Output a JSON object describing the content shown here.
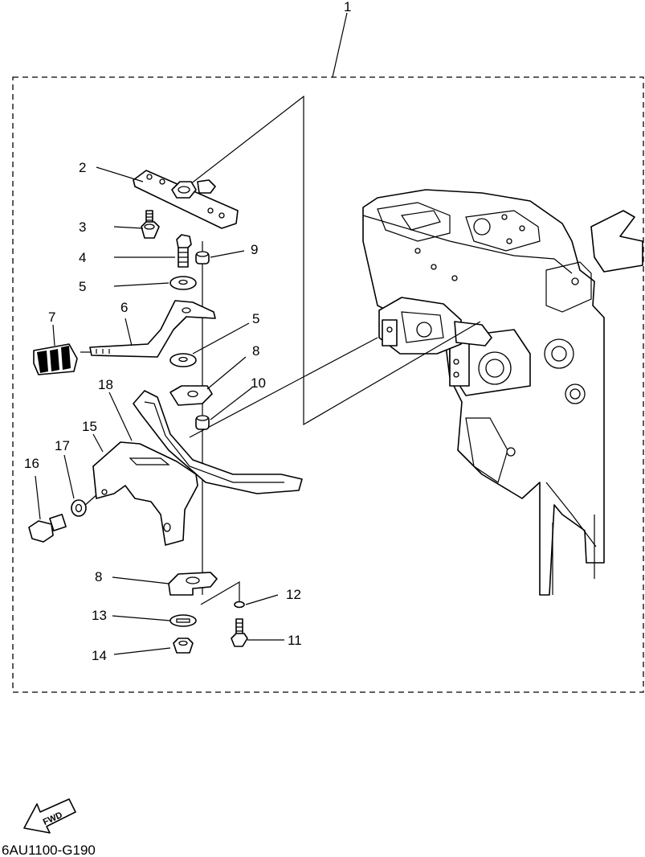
{
  "diagram": {
    "part_callouts": [
      {
        "id": "1",
        "label": "1"
      },
      {
        "id": "2",
        "label": "2"
      },
      {
        "id": "3",
        "label": "3"
      },
      {
        "id": "4",
        "label": "4"
      },
      {
        "id": "5a",
        "label": "5"
      },
      {
        "id": "5b",
        "label": "5"
      },
      {
        "id": "6",
        "label": "6"
      },
      {
        "id": "7",
        "label": "7"
      },
      {
        "id": "8a",
        "label": "8"
      },
      {
        "id": "8b",
        "label": "8"
      },
      {
        "id": "9",
        "label": "9"
      },
      {
        "id": "10",
        "label": "10"
      },
      {
        "id": "11",
        "label": "11"
      },
      {
        "id": "12",
        "label": "12"
      },
      {
        "id": "13",
        "label": "13"
      },
      {
        "id": "14",
        "label": "14"
      },
      {
        "id": "15",
        "label": "15"
      },
      {
        "id": "16",
        "label": "16"
      },
      {
        "id": "17",
        "label": "17"
      },
      {
        "id": "18",
        "label": "18"
      }
    ],
    "direction_badge": "FWD",
    "figure_code": "6AU1100-G190"
  }
}
